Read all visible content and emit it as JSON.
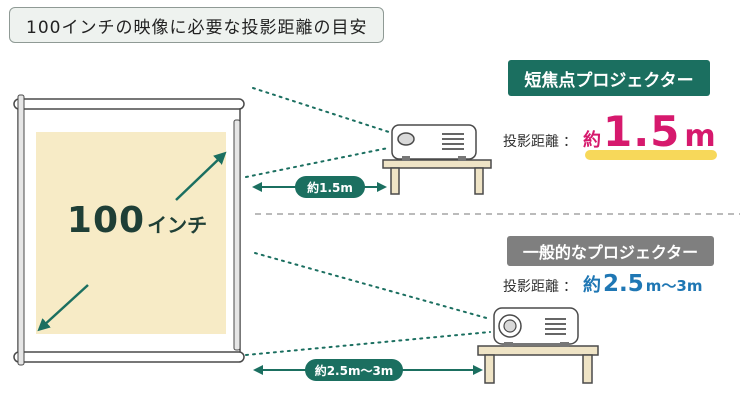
{
  "header": {
    "title": "100インチの映像に必要な投影距離の目安"
  },
  "screen": {
    "size_number": "100",
    "size_unit": "インチ"
  },
  "short_throw": {
    "badge": "短焦点プロジェクター",
    "distance_label": "投影距離",
    "colon": "：",
    "approx": "約",
    "value": "1.5",
    "unit": "m",
    "pill": "約1.5m"
  },
  "general": {
    "badge": "一般的なプロジェクター",
    "distance_label": "投影距離",
    "colon": "：",
    "approx": "約",
    "value": "2.5",
    "unit": "m～3m",
    "pill": "約2.5m～3m"
  },
  "colors": {
    "teal": "#1b6f60",
    "pink": "#d6196d",
    "blue": "#1f77b4",
    "highlight": "#f7d85a",
    "screen_fill": "#f7ebc6",
    "table": "#efe4c6"
  },
  "icons": [
    "projector-icon",
    "table-icon",
    "projection-screen-icon",
    "double-arrow-icon"
  ]
}
